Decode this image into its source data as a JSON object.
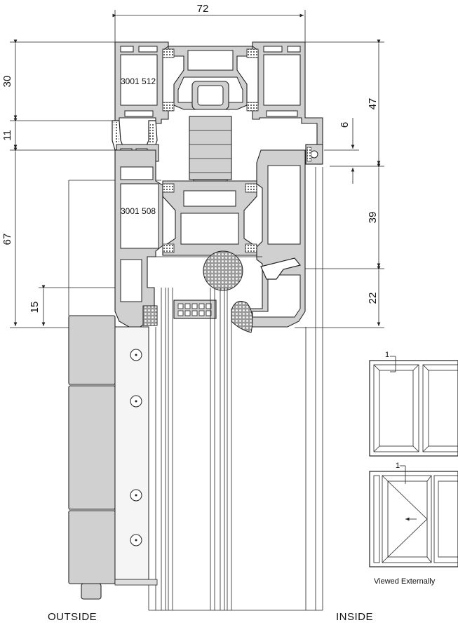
{
  "dimensions": {
    "width_top": "72",
    "left_30": "30",
    "left_11": "11",
    "left_67": "67",
    "left_15": "15",
    "right_47": "47",
    "right_6": "6",
    "right_39": "39",
    "right_22": "22"
  },
  "profile_codes": {
    "upper": "3001 512",
    "lower": "3001 508"
  },
  "side_labels": {
    "outside": "OUTSIDE",
    "inside": "INSIDE"
  },
  "elevation": {
    "marker_top": "1",
    "marker_bottom": "1",
    "caption": "Viewed Externally"
  }
}
